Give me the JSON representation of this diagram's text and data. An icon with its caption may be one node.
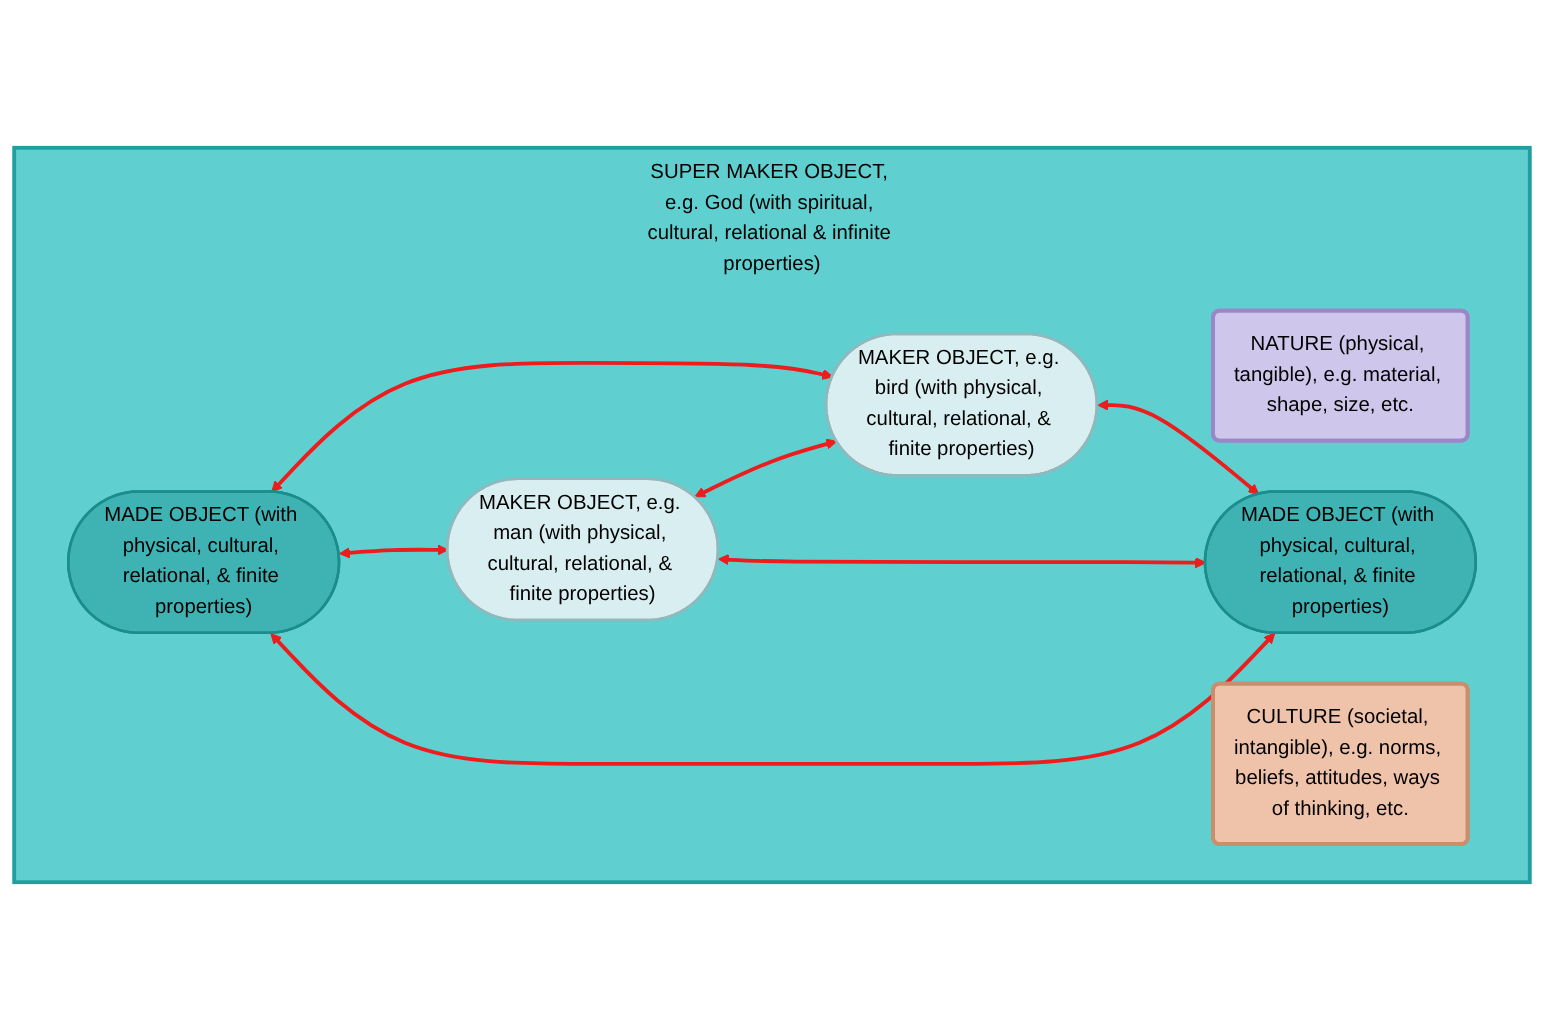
{
  "diagram": {
    "nodes": [
      {
        "text": [
          "SUPER MAKER OBJECT, e.g. God (with spiritual, cultural, relational & infinite properties)"
        ]
      },
      {
        "text": [
          "NATURE (physical, tangible), e.g. material, shape, size, etc."
        ],
        "in": 0
      },
      {
        "text": [
          "CULTURE (societal, intangible), e.g. norms, beliefs, attitudes, ways of thinking, etc."
        ],
        "in": 0
      },
      {
        "text": [
          "MADE OBJECT (with physical, cultural, relational, & finite properties)"
        ],
        "in": 0
      },
      {
        "text": [
          "MAKER OBJECT, e.g. bird (with physical, cultural, relational, & finite properties)"
        ],
        "in": 0
      },
      {
        "text": [
          "MAKER OBJECT, e.g. man (with physical, cultural, relational, & finite properties)"
        ],
        "in": 0
      },
      {
        "text": [
          "MADE OBJECT (with physical, cultural, relational, & finite properties)"
        ],
        "in": 0
      }
    ],
    "edges": [
      {
        "from": 3,
        "to": 4,
        "arrow": "both",
        "color": "#ee1c1c"
      },
      {
        "from": 3,
        "to": 5,
        "arrow": "both",
        "color": "#ee1c1c"
      },
      {
        "from": 4,
        "to": 6,
        "arrow": "both",
        "color": "#ee1c1c"
      },
      {
        "from": 5,
        "to": 6,
        "arrow": "both",
        "color": "#ee1c1c"
      },
      {
        "from": 3,
        "to": 6,
        "arrow": "both",
        "color": "#ee1c1c"
      },
      {
        "from": 5,
        "to": 4,
        "arrow": "both",
        "color": "#ee1c1c"
      }
    ]
  }
}
